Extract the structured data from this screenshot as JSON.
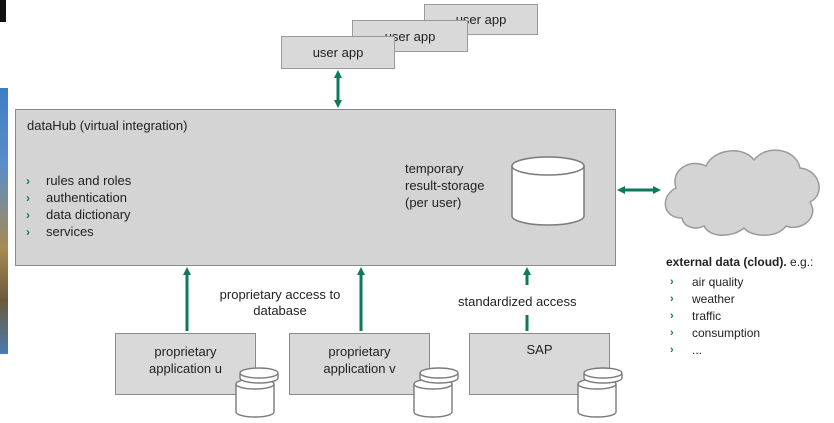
{
  "user_apps": [
    "user app",
    "user app",
    "user app"
  ],
  "datahub": {
    "title": "dataHub (virtual integration)",
    "items": [
      "rules and roles",
      "authentication",
      "data dictionary",
      "services"
    ],
    "storage_label_lines": [
      "temporary",
      "result-storage",
      "(per user)"
    ]
  },
  "access": {
    "proprietary_lines": [
      "proprietary access to",
      "database"
    ],
    "standardized": "standardized access"
  },
  "apps": {
    "app_u_lines": [
      "proprietary",
      "application u"
    ],
    "app_v_lines": [
      "proprietary",
      "application v"
    ],
    "sap": "SAP"
  },
  "external": {
    "heading_bold": "external data (cloud).",
    "heading_suffix": " e.g.:",
    "items": [
      "air quality",
      "weather",
      "traffic",
      "consumption",
      "..."
    ]
  },
  "colors": {
    "arrow": "#0d7a5c",
    "box_fill": "#d4d4d4",
    "border": "#8a8a8a"
  },
  "icons": {
    "bullet": "›"
  }
}
